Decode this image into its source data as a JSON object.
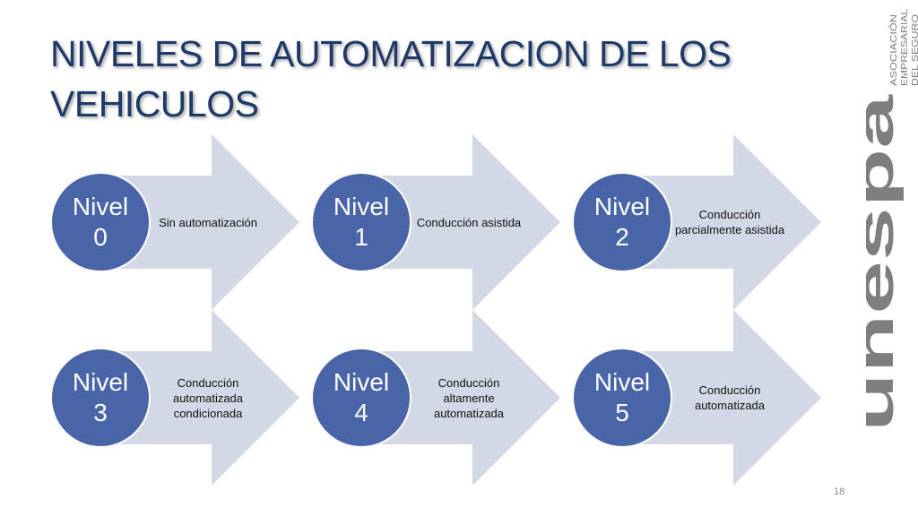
{
  "slide": {
    "title_line1": "NIVELES DE AUTOMATIZACION DE LOS",
    "title_line2": "VEHICULOS",
    "page_number": "18"
  },
  "colors": {
    "title": "#1f3a68",
    "circle": "#4a64a8",
    "arrow": "#d3d8e6",
    "logo": "#7e7e7e"
  },
  "logo": {
    "name": "unespa-logo",
    "wordmark": "unespa",
    "tagline_lines": [
      "ASOCIACIÓN",
      "EMPRESARIAL",
      "DEL SEGURO"
    ]
  },
  "levels": [
    {
      "label_word": "Nivel",
      "label_number": "0",
      "description": "Sin automatización"
    },
    {
      "label_word": "Nivel",
      "label_number": "1",
      "description": "Conducción asistida"
    },
    {
      "label_word": "Nivel",
      "label_number": "2",
      "description": "Conducción parcialmente asistida"
    },
    {
      "label_word": "Nivel",
      "label_number": "3",
      "description": "Conducción automatizada condicionada"
    },
    {
      "label_word": "Nivel",
      "label_number": "4",
      "description": "Conducción altamente automatizada"
    },
    {
      "label_word": "Nivel",
      "label_number": "5",
      "description": "Conducción automatizada"
    }
  ]
}
